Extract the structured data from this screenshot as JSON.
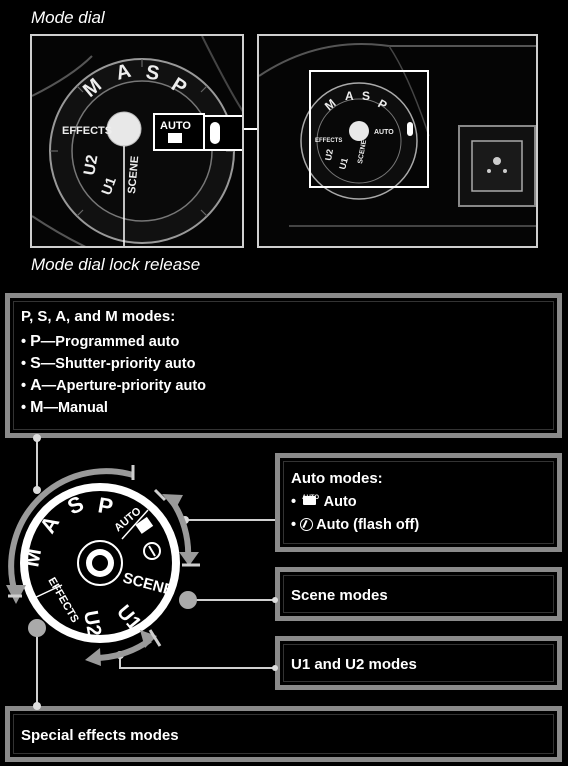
{
  "captions": {
    "mode_dial": "Mode dial",
    "lock_release": "Mode dial lock release"
  },
  "panels": {
    "psam": {
      "title": "P, S, A, and M modes:",
      "items": [
        {
          "letter": "P",
          "desc": "Programmed auto"
        },
        {
          "letter": "S",
          "desc": "Shutter-priority auto"
        },
        {
          "letter": "A",
          "desc": "Aperture-priority auto"
        },
        {
          "letter": "M",
          "desc": "Manual"
        }
      ],
      "separator": "—"
    },
    "auto": {
      "title": "Auto modes:",
      "items": [
        {
          "icon_label": "AUTO",
          "desc": "Auto"
        },
        {
          "desc": "Auto (flash off)"
        }
      ]
    },
    "scene": {
      "title": "Scene modes"
    },
    "user": {
      "title": "U1 and U2 modes"
    },
    "effects": {
      "title": "Special effects modes"
    }
  },
  "dial": {
    "labels": {
      "p": "P",
      "s": "S",
      "a": "A",
      "m": "M",
      "auto": "AUTO",
      "scene": "SCENE",
      "u1": "U1",
      "u2": "U2",
      "effects": "EFFECTS"
    }
  },
  "photo": {
    "labels": {
      "m": "M",
      "a": "A",
      "s": "S",
      "p": "P",
      "auto": "AUTO",
      "scene": "SCENE",
      "u1": "U1",
      "u2": "U2",
      "effects": "EFFECTS"
    }
  },
  "colors": {
    "panel_border": "#8a8a8a",
    "arrow": "#9a9a9a",
    "connector": "#bdbdbd"
  }
}
